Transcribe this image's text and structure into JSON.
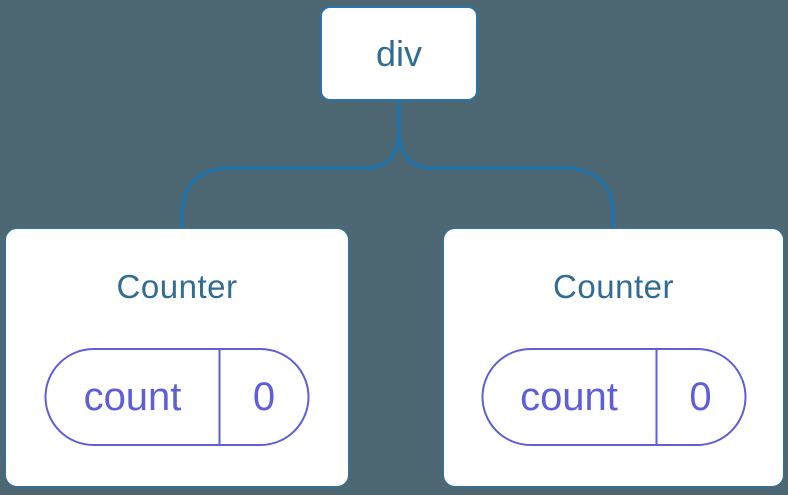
{
  "diagram": {
    "type": "component-tree",
    "root": {
      "label": "div",
      "children": [
        {
          "label": "Counter",
          "state": {
            "key": "count",
            "value": "0"
          }
        },
        {
          "label": "Counter",
          "state": {
            "key": "count",
            "value": "0"
          }
        }
      ]
    }
  },
  "colors": {
    "background": "#4d6872",
    "connector": "#2173ab",
    "node_border": "#2a74a8",
    "node_bg": "#ffffff",
    "label_text": "#316d92",
    "state_accent": "#5e5ed9"
  }
}
